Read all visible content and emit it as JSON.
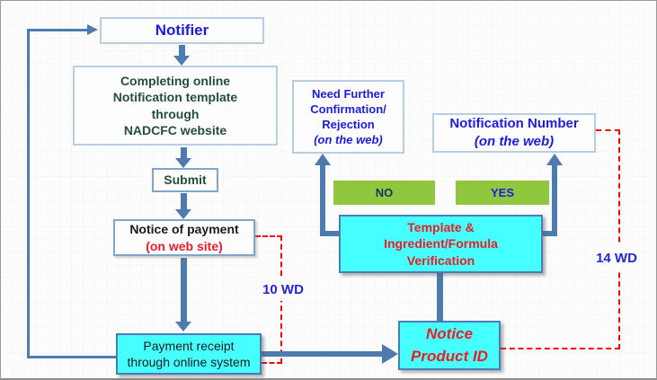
{
  "diagram": {
    "type": "flowchart",
    "nodes": {
      "notifier": {
        "label": "Notifier"
      },
      "completing": {
        "lines": [
          "Completing online",
          "Notification template",
          "through",
          "NADCFC website"
        ]
      },
      "submit": {
        "label": "Submit"
      },
      "notice_of_payment": {
        "title": "Notice of payment",
        "note": "(on web site)"
      },
      "payment_receipt": {
        "lines": [
          "Payment receipt",
          "through online system"
        ]
      },
      "need_further": {
        "lines": [
          "Need Further",
          "Confirmation/",
          "Rejection"
        ],
        "note": "(on the web)"
      },
      "notification_number": {
        "title": "Notification Number",
        "note": "(on the web)"
      },
      "decision_no": {
        "label": "NO"
      },
      "decision_yes": {
        "label": "YES"
      },
      "verification": {
        "lines": [
          "Template &",
          "Ingredient/Formula",
          "Verification"
        ]
      },
      "notice_product_id": {
        "lines": [
          "Notice",
          "Product ID"
        ]
      },
      "duration_left": {
        "label": "10 WD"
      },
      "duration_right": {
        "label": "14 WD"
      }
    },
    "colors": {
      "arrow_blue": "#4d7bae",
      "cyan_fill": "#46ffff",
      "cyan_border": "#4a7cb5",
      "green_fill": "#8fc73e",
      "light_box_border": "#b9cde2",
      "blue_text": "#1c1ce0",
      "navy_text": "#17365d",
      "dark_green_text": "#234f38",
      "red_text": "#ed1c24",
      "dashed_red": "#fe0000",
      "background": "#fcfcfc"
    }
  }
}
